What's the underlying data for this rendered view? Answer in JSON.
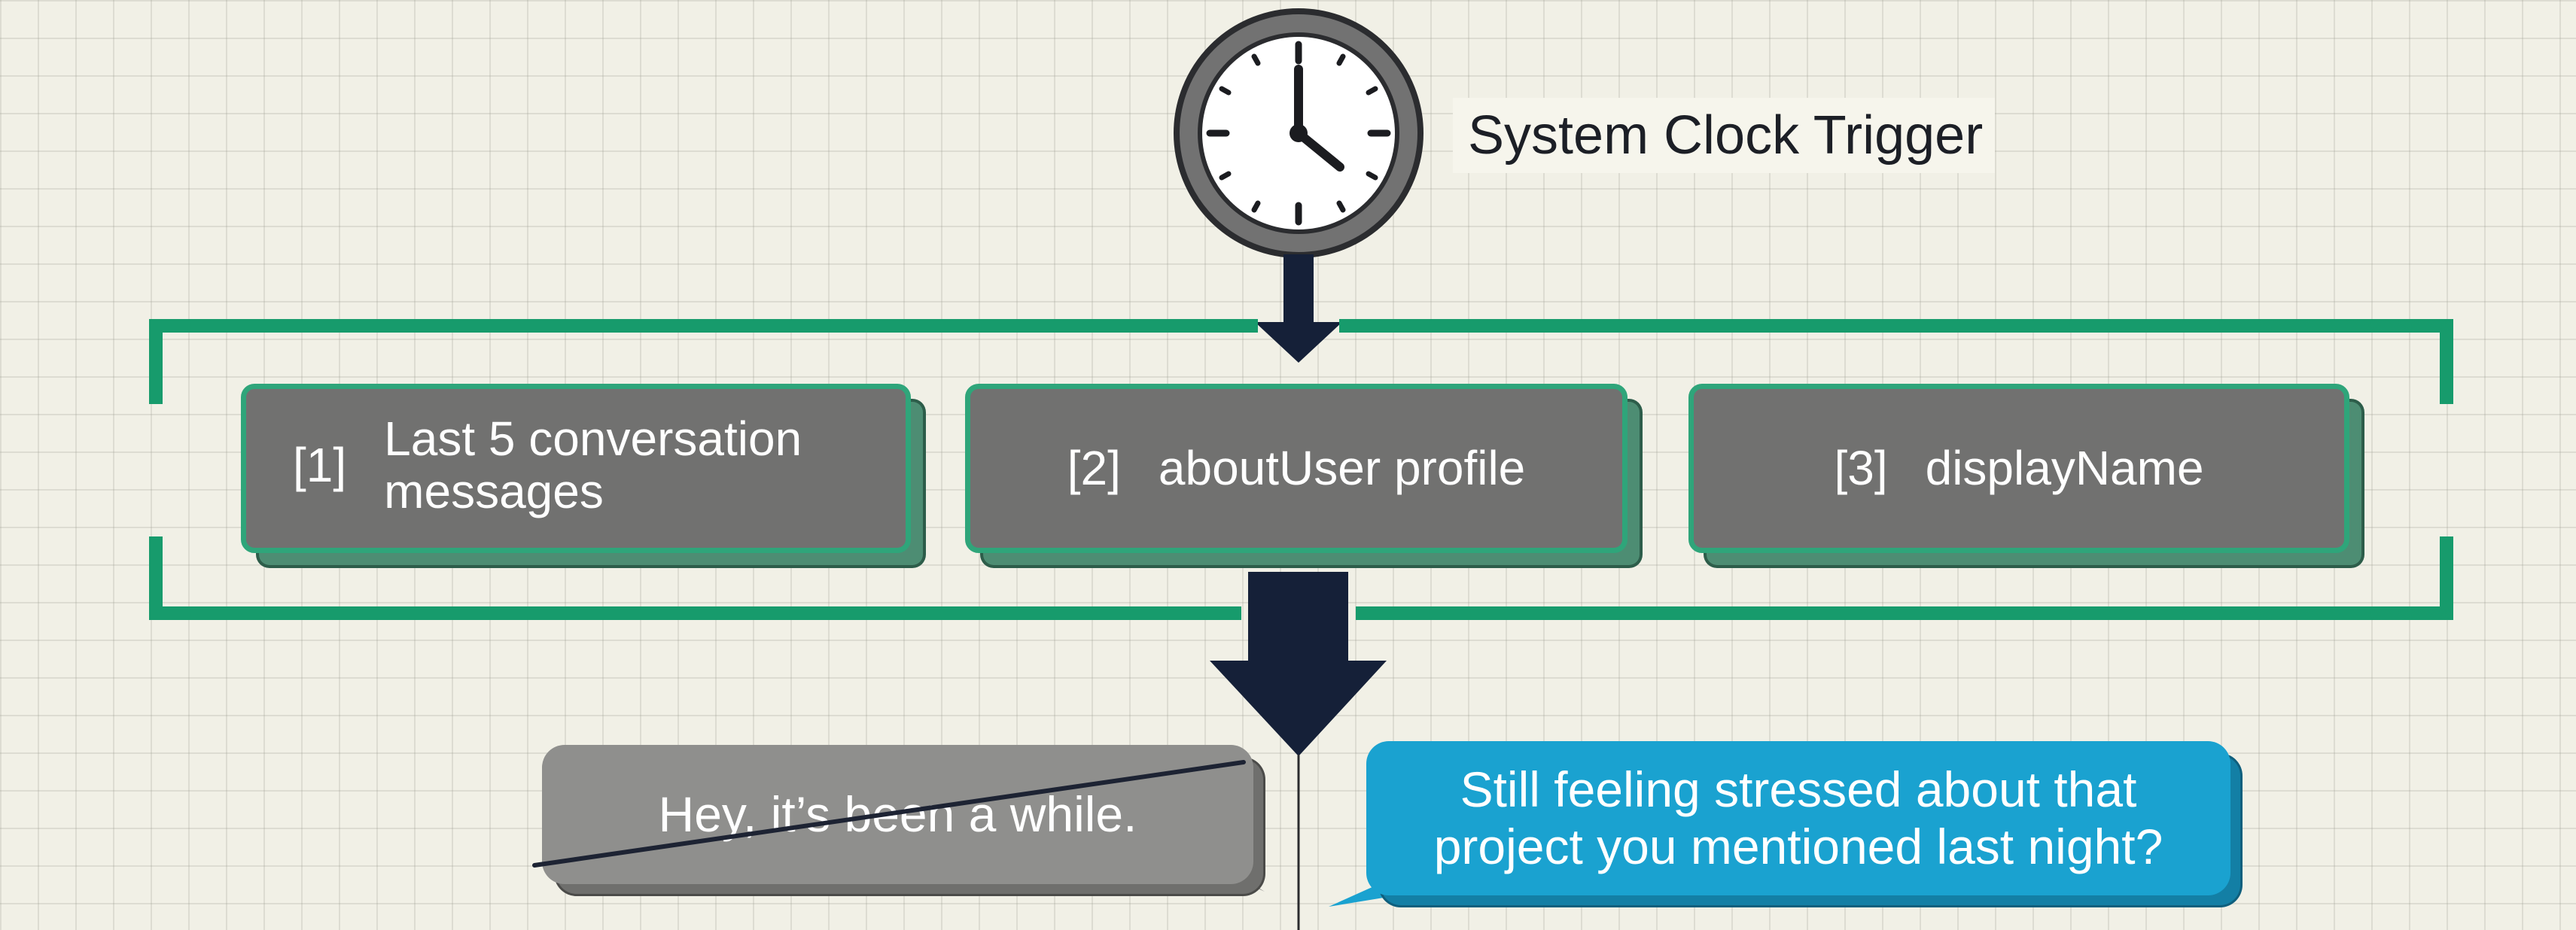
{
  "trigger": {
    "label": "System Clock Trigger",
    "icon": "clock-icon"
  },
  "context_items": [
    {
      "number": "[1]",
      "label": "Last 5 conversation messages"
    },
    {
      "number": "[2]",
      "label": "aboutUser profile"
    },
    {
      "number": "[3]",
      "label": "displayName"
    }
  ],
  "messages": {
    "rejected": "Hey, it’s been a while.",
    "generated": "Still feeling stressed about that project you mentioned last night?"
  },
  "colors": {
    "grid_background": "#f1f0e6",
    "bracket_green": "#179b6c",
    "card_gray": "#717170",
    "card_border": "#2fa57a",
    "arrow_navy": "#152038",
    "bubble_gray": "#8f8f8d",
    "bubble_blue": "#1aa2d0"
  }
}
